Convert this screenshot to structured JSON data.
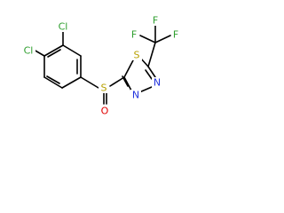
{
  "structure": {
    "atoms": {
      "cl_upper": "Cl",
      "cl_lower": "Cl",
      "sulfur_sulfinyl": "S",
      "oxygen": "O",
      "sulfur_ring": "S",
      "nitrogen_1": "N",
      "nitrogen_2": "N",
      "fluorine_top": "F",
      "fluorine_left": "F",
      "fluorine_right": "F"
    },
    "colors": {
      "bond": "#000000",
      "chlorine": "#2e9e2e",
      "sulfur": "#b8a100",
      "oxygen": "#e00000",
      "nitrogen": "#2233dd",
      "fluorine": "#2e9e2e"
    }
  }
}
